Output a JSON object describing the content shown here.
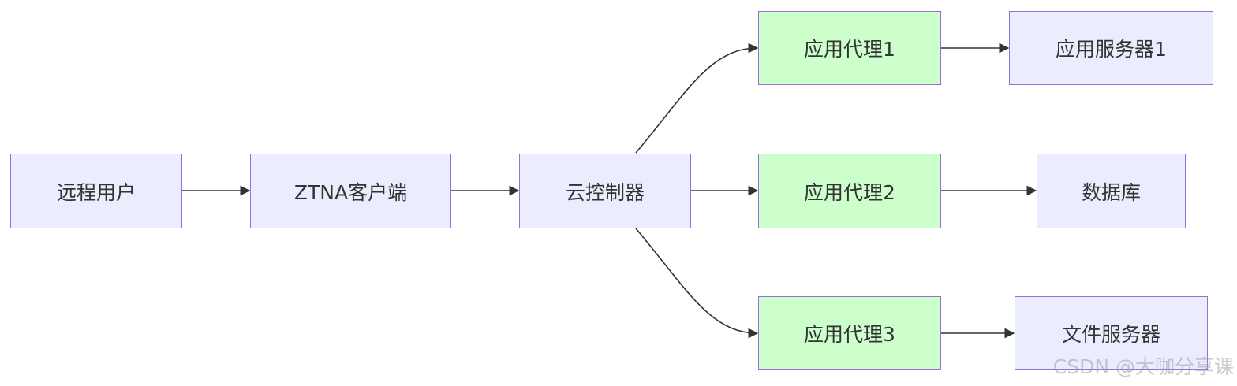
{
  "diagram": {
    "type": "flowchart",
    "direction": "LR",
    "colors": {
      "node_fill": "#ececff",
      "agent_fill": "#ccffcc",
      "node_border": "#9370db",
      "edge": "#333333",
      "text": "#333333"
    },
    "nodes": {
      "remote_user": "远程用户",
      "ztna_client": "ZTNA客户端",
      "cloud_controller": "云控制器",
      "app_proxy_1": "应用代理1",
      "app_proxy_2": "应用代理2",
      "app_proxy_3": "应用代理3",
      "app_server_1": "应用服务器1",
      "database": "数据库",
      "file_server": "文件服务器"
    },
    "edges": [
      {
        "from": "remote_user",
        "to": "ztna_client"
      },
      {
        "from": "ztna_client",
        "to": "cloud_controller"
      },
      {
        "from": "cloud_controller",
        "to": "app_proxy_1"
      },
      {
        "from": "cloud_controller",
        "to": "app_proxy_2"
      },
      {
        "from": "cloud_controller",
        "to": "app_proxy_3"
      },
      {
        "from": "app_proxy_1",
        "to": "app_server_1"
      },
      {
        "from": "app_proxy_2",
        "to": "database"
      },
      {
        "from": "app_proxy_3",
        "to": "file_server"
      }
    ]
  },
  "watermark": "CSDN @大咖分享课"
}
